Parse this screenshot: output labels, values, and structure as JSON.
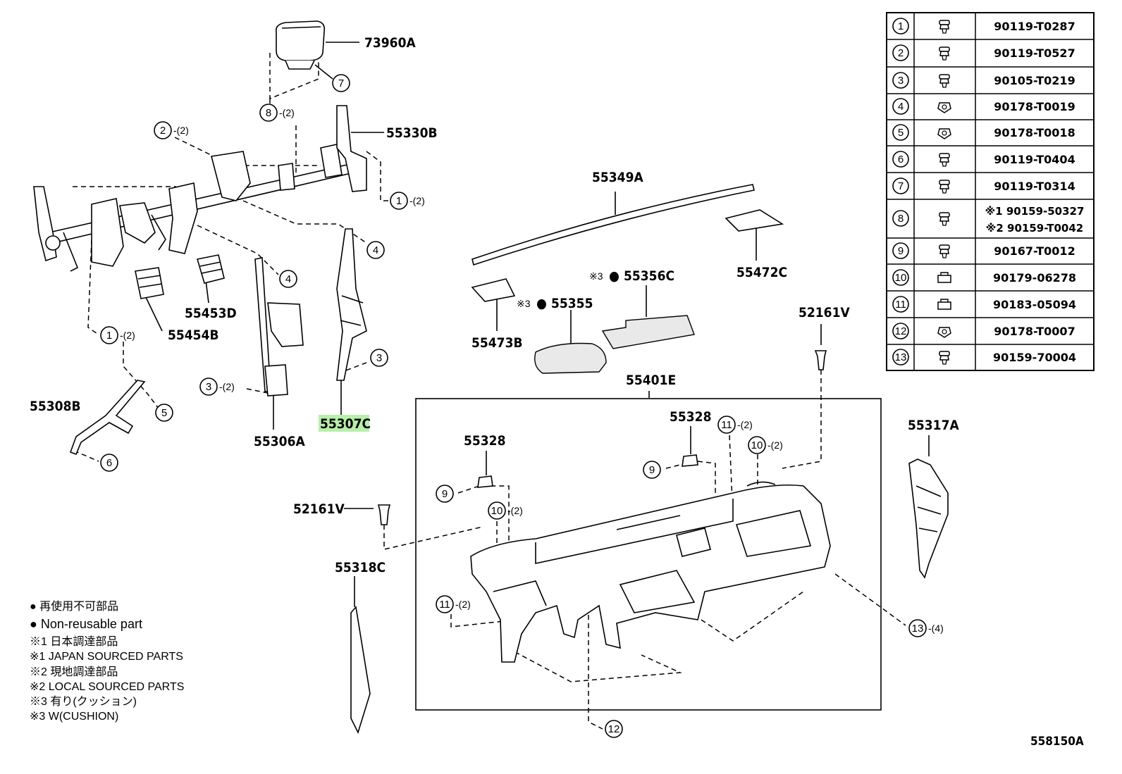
{
  "callouts": {
    "p73960A": "73960A",
    "p55330B": "55330B",
    "p55349A": "55349A",
    "p55472C": "55472C",
    "p55356C": "55356C",
    "p55355": "55355",
    "p55473B": "55473B",
    "p52161V_right": "52161V",
    "p55453D": "55453D",
    "p55454B": "55454B",
    "p55308B": "55308B",
    "p55306A": "55306A",
    "p55307C": "55307C",
    "p55401E": "55401E",
    "p55328_left": "55328",
    "p55328_right": "55328",
    "p55317A": "55317A",
    "p52161V_left": "52161V",
    "p55318C": "55318C"
  },
  "qty": {
    "q2": "-(2)",
    "q4": "-(4)"
  },
  "marks": {
    "ref3": "※3",
    "dot": "●"
  },
  "bubble_numbers": [
    "1",
    "2",
    "3",
    "4",
    "5",
    "6",
    "7",
    "8",
    "9",
    "10",
    "11",
    "12",
    "13"
  ],
  "fastener_table": [
    {
      "ref": "1",
      "part": "90119-T0287"
    },
    {
      "ref": "2",
      "part": "90119-T0527"
    },
    {
      "ref": "3",
      "part": "90105-T0219"
    },
    {
      "ref": "4",
      "part": "90178-T0019"
    },
    {
      "ref": "5",
      "part": "90178-T0018"
    },
    {
      "ref": "6",
      "part": "90119-T0404"
    },
    {
      "ref": "7",
      "part": "90119-T0314"
    },
    {
      "ref": "8",
      "part_line1": "※1 90159-50327",
      "part_line2": "※2 90159-T0042"
    },
    {
      "ref": "9",
      "part": "90167-T0012"
    },
    {
      "ref": "10",
      "part": "90179-06278"
    },
    {
      "ref": "11",
      "part": "90183-05094"
    },
    {
      "ref": "12",
      "part": "90178-T0007"
    },
    {
      "ref": "13",
      "part": "90159-70004"
    }
  ],
  "legend": [
    "● 再使用不可部品",
    "● Non-reusable part",
    "※1 日本調達部品",
    "※1 JAPAN SOURCED PARTS",
    "※2 現地調達部品",
    "※2 LOCAL SOURCED PARTS",
    "※3 有り(クッション)",
    "※3 W(CUSHION)"
  ],
  "diagram_id": "558150A",
  "colors": {
    "highlight": "#b7f0a8",
    "ink": "#000000"
  }
}
